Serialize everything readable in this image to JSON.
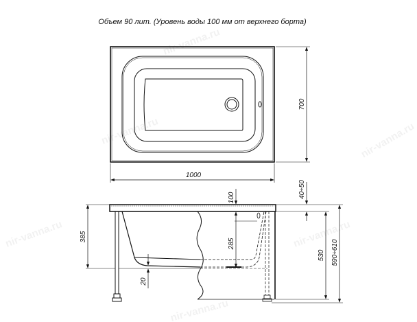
{
  "title": "Объем 90 лит. (Уровень воды 100 мм от верхнего борта)",
  "watermark": "nir-vanna.ru",
  "dimensions": {
    "length": "1000",
    "width": "700",
    "depth_total": "385",
    "water_level": "100",
    "inner_depth": "285",
    "bottom_offset": "20",
    "rim_adjust": "40÷50",
    "panel_height": "530",
    "total_height": "590÷610"
  },
  "colors": {
    "line": "#111111"
  }
}
